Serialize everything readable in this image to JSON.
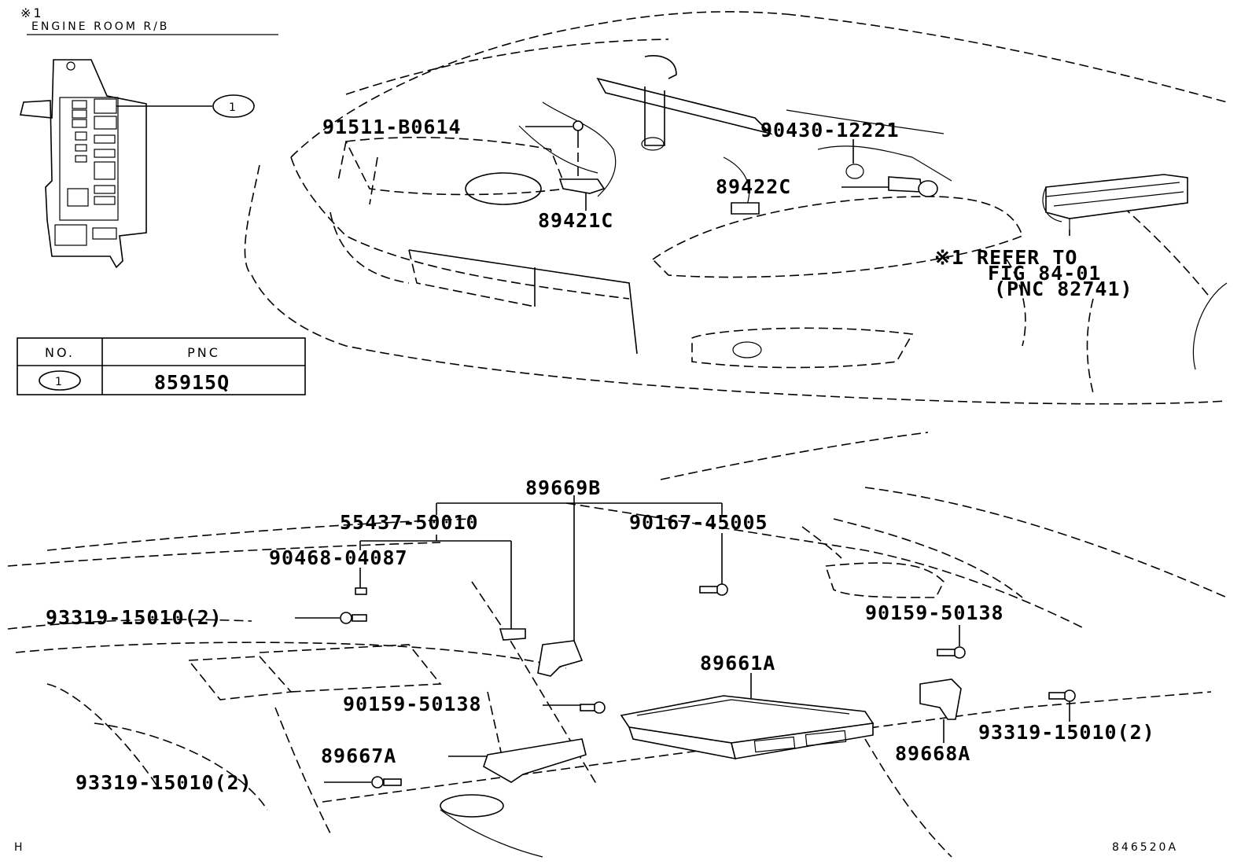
{
  "engine_room": {
    "ref_mark": "※1",
    "title": "ENGINE ROOM R/B"
  },
  "callout_1": "1",
  "pnc_table": {
    "headers": [
      "NO.",
      "PNC"
    ],
    "rows": [
      {
        "no": "1",
        "pnc": "85915Q"
      }
    ]
  },
  "top_parts": {
    "p91511": "91511-B0614",
    "p90430": "90430-12221",
    "p89422": "89422C",
    "p89421": "89421C"
  },
  "refer_note": {
    "line1": "※1 REFER TO",
    "line2": "FIG 84-01",
    "line3": "(PNC 82741)"
  },
  "bottom_parts": {
    "p89669": "89669B",
    "p55437": "55437-50010",
    "p90167": "90167-45005",
    "p90468": "90468-04087",
    "p93319a": "93319-15010(2)",
    "p90159a": "90159-50138",
    "p89661": "89661A",
    "p90159b": "90159-50138",
    "p89667": "89667A",
    "p93319b": "93319-15010(2)",
    "p93319c": "93319-15010(2)",
    "p89668": "89668A"
  },
  "footer": {
    "left_mark": "H",
    "figure_id": "846520A"
  }
}
